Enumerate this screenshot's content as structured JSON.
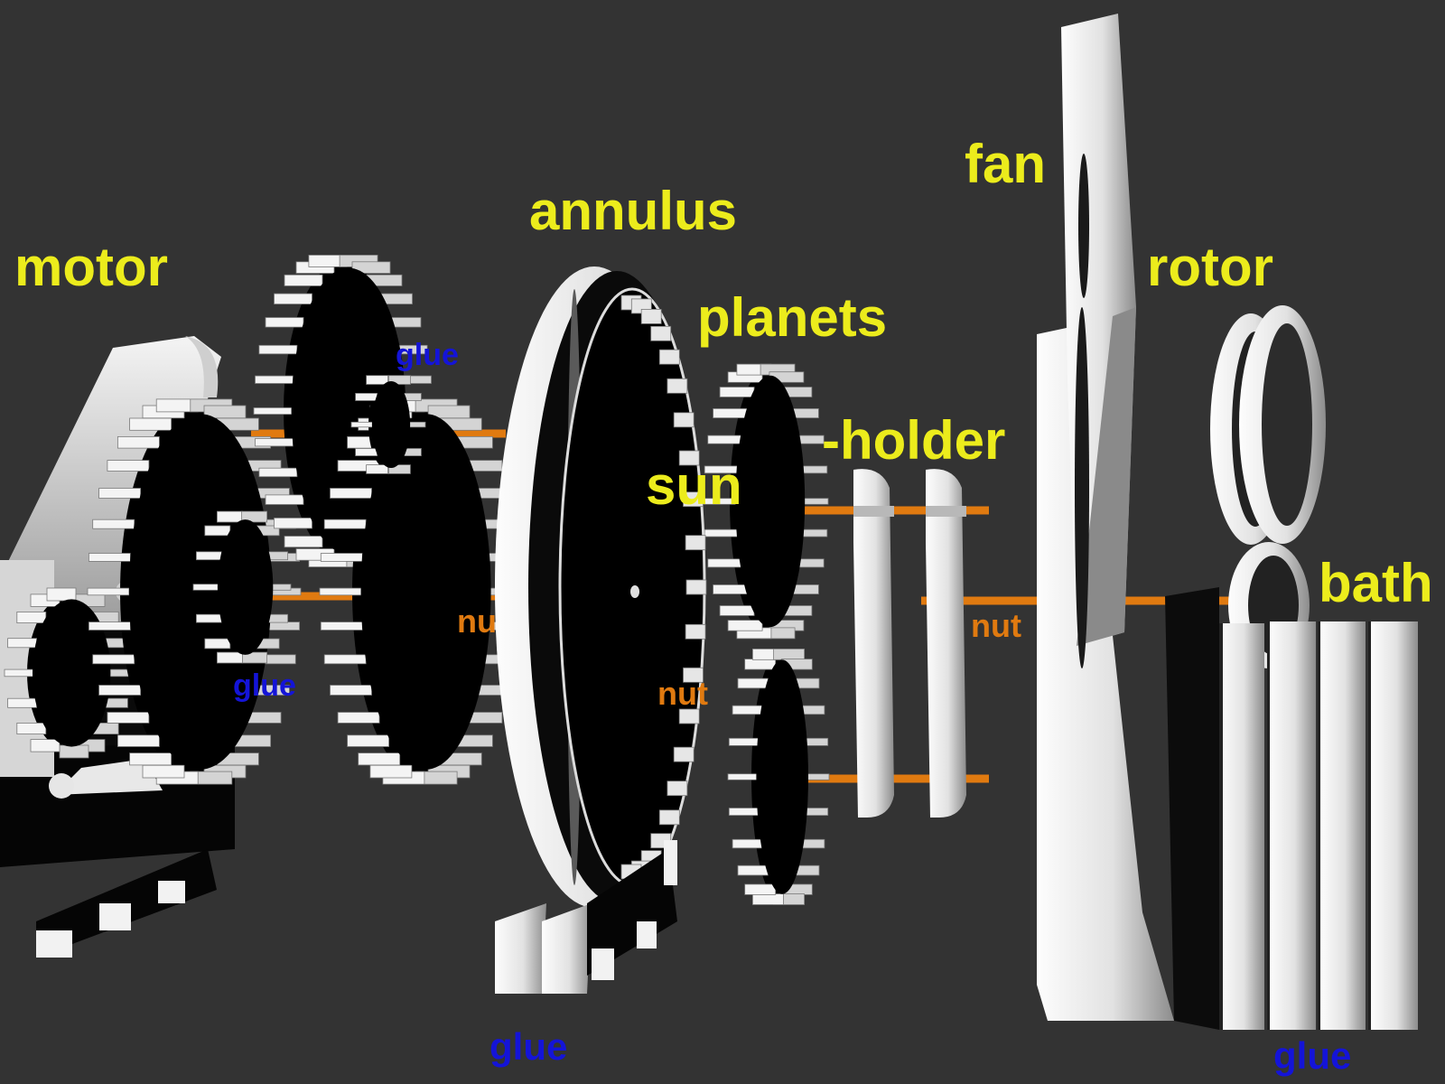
{
  "labels": {
    "motor": "motor",
    "annulus": "annulus",
    "fan": "fan",
    "rotor": "rotor",
    "planets": "planets",
    "holder": "-holder",
    "sun": "sun",
    "bath": "bath"
  },
  "notes": {
    "glue_1": "glue",
    "glue_2": "glue",
    "glue_3": "glue",
    "glue_4": "glue",
    "nut_1": "nu",
    "nut_2": "nut",
    "nut_3": "nut"
  },
  "colors": {
    "background": "#333333",
    "part_label": "#ecec1c",
    "glue_label": "#1414d8",
    "nut_label": "#e07a10",
    "shaft": "#e07a10",
    "part_face": "#000000",
    "part_edge": "#f2f2f2"
  }
}
